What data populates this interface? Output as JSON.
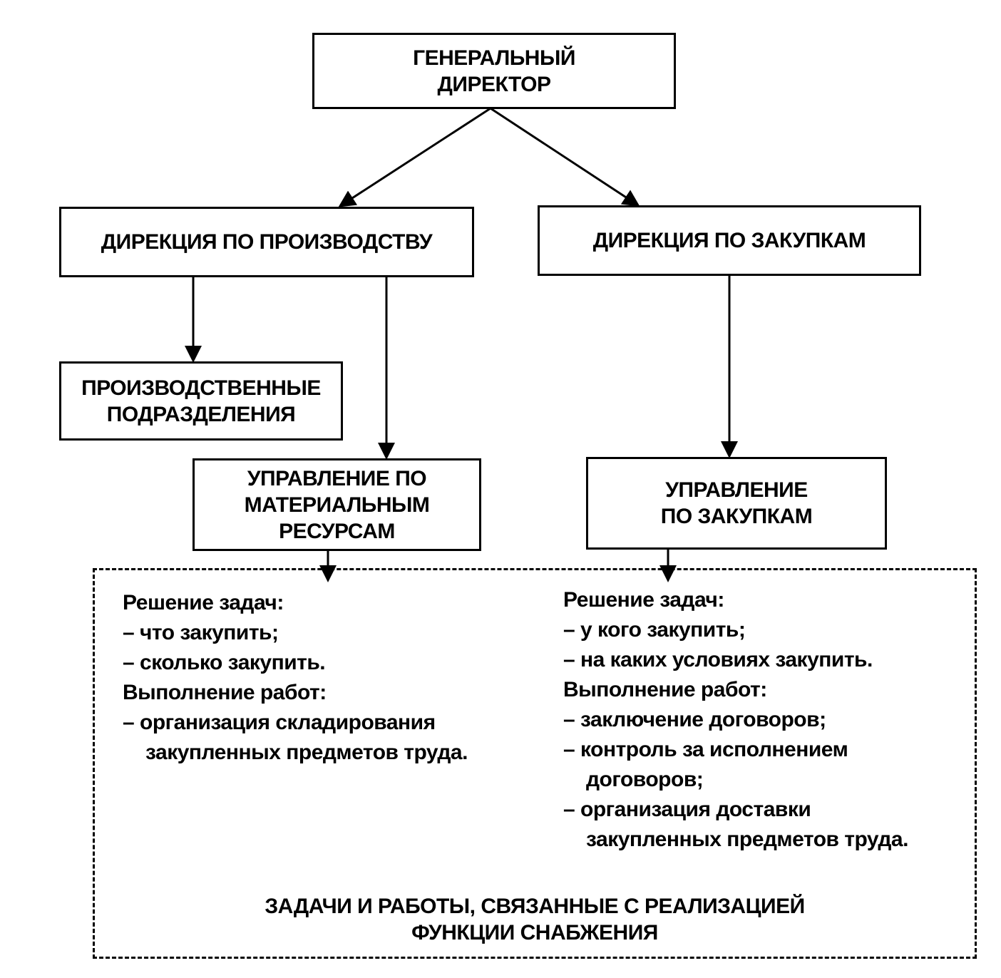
{
  "boxes": {
    "general_director": [
      "ГЕНЕРАЛЬНЫЙ",
      "ДИРЕКТОР"
    ],
    "production_directorate": [
      "ДИРЕКЦИЯ ПО ПРОИЗВОДСТВУ"
    ],
    "purchasing_directorate": [
      "ДИРЕКЦИЯ ПО ЗАКУПКАМ"
    ],
    "production_units": [
      "ПРОИЗВОДСТВЕННЫЕ",
      "ПОДРАЗДЕЛЕНИЯ"
    ],
    "materials_department": [
      "УПРАВЛЕНИЕ ПО",
      "МАТЕРИАЛЬНЫМ",
      "РЕСУРСАМ"
    ],
    "purchasing_department": [
      "УПРАВЛЕНИЕ",
      "ПО ЗАКУПКАМ"
    ]
  },
  "left_column": {
    "tasks_heading": "Решение задач:",
    "tasks": [
      "– что закупить;",
      "– сколько закупить."
    ],
    "works_heading": "Выполнение работ:",
    "works": [
      [
        "– организация складирования",
        "закупленных предметов труда."
      ]
    ]
  },
  "right_column": {
    "tasks_heading": "Решение задач:",
    "tasks": [
      "– у кого закупить;",
      "– на каких условиях закупить."
    ],
    "works_heading": "Выполнение работ:",
    "works": [
      [
        "– заключение договоров;"
      ],
      [
        "– контроль за исполнением",
        "договоров;"
      ],
      [
        "– организация доставки",
        "закупленных предметов труда."
      ]
    ]
  },
  "footer": [
    "ЗАДАЧИ И РАБОТЫ, СВЯЗАННЫЕ С РЕАЛИЗАЦИЕЙ",
    "ФУНКЦИИ СНАБЖЕНИЯ"
  ]
}
